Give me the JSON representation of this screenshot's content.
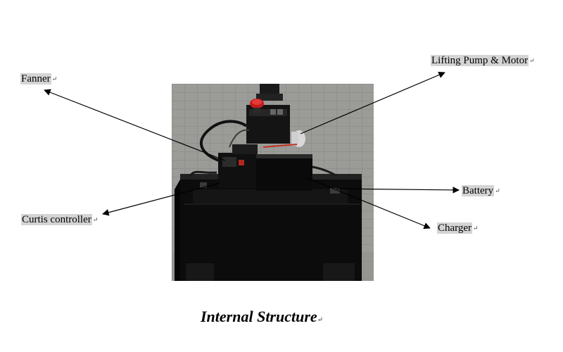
{
  "labels": {
    "fanner": "Fanner",
    "lifting": "Lifting Pump & Motor",
    "battery": "Battery",
    "curtis": "Curtis controller",
    "charger": "Charger"
  },
  "caption": "Internal Structure",
  "para_mark": "↵"
}
